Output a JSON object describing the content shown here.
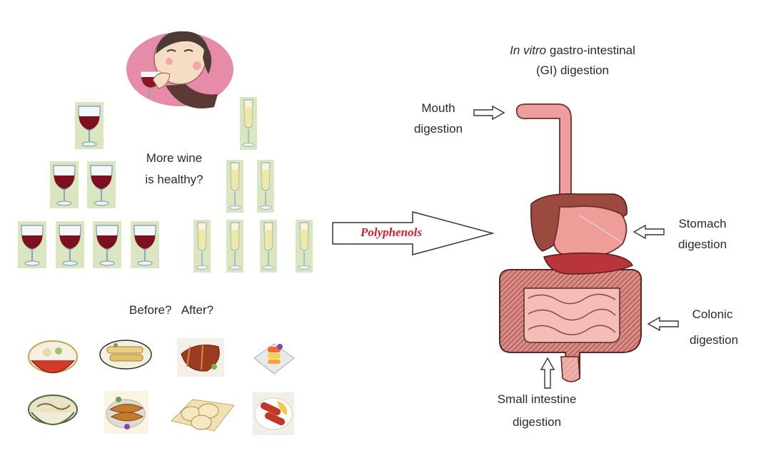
{
  "title": {
    "italic": "In vitro",
    "rest": " gastro-intestinal",
    "line2": "(GI) digestion"
  },
  "question": {
    "line1": "More  wine",
    "line2": "is  healthy?"
  },
  "before_after": "Before?   After?",
  "arrow_label": "Polyphenols",
  "stages": {
    "mouth": {
      "line1": "Mouth",
      "line2": "digestion"
    },
    "stomach": {
      "line1": "Stomach",
      "line2": "digestion"
    },
    "colonic": {
      "line1": "Colonic",
      "line2": "digestion"
    },
    "small_intestine": {
      "line1": "Small intestine",
      "line2": "digestion"
    }
  },
  "glasses": {
    "red_wine": 7,
    "white_wine": 7
  },
  "food_icons": [
    "rice-bowl",
    "spring-rolls",
    "roast-ribs",
    "layered-dessert",
    "noodle-bowl",
    "fried-fish",
    "dumplings",
    "sausage-plate"
  ],
  "colors": {
    "red_wine": "#7a1020",
    "white_wine": "#f3efc0",
    "glass_bg": "#d9e6bf",
    "organ": "#e99a9a",
    "polyphenols": "#d61f2b"
  }
}
